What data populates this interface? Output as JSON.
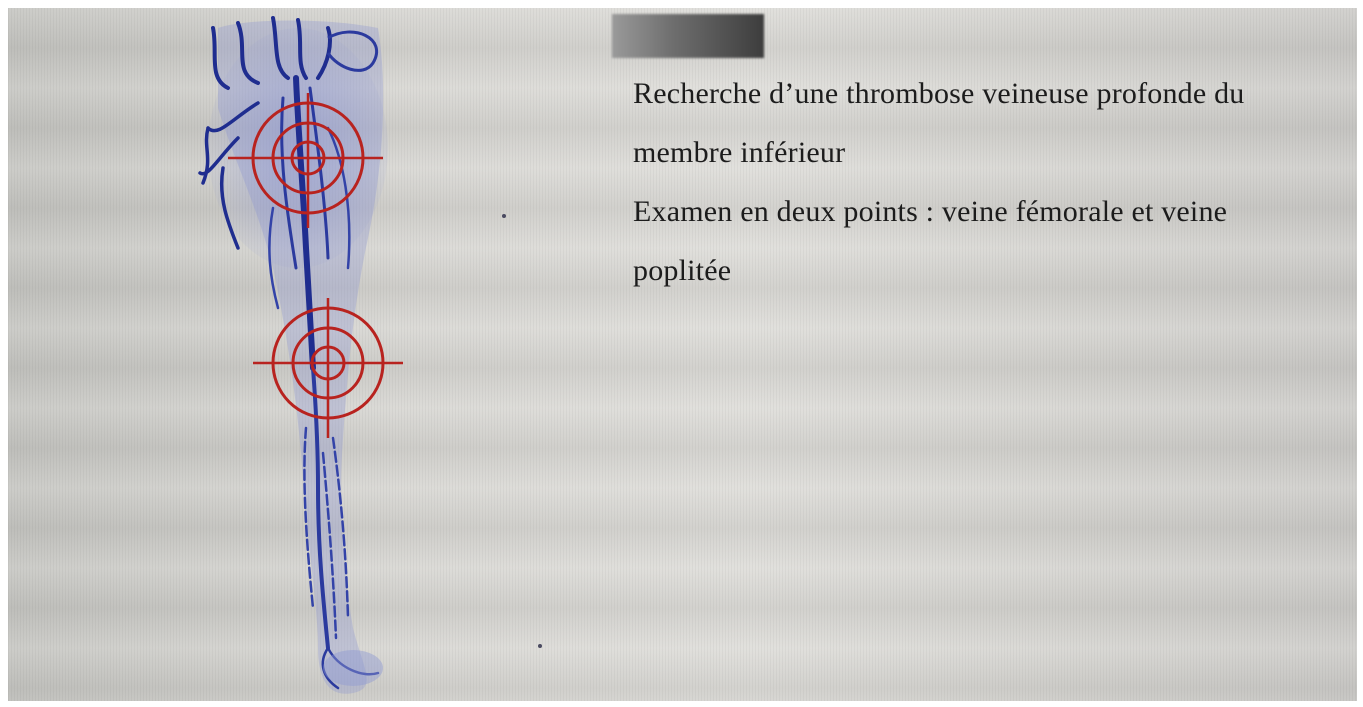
{
  "slide": {
    "title_line_1": "Recherche d’une thrombose veineuse profonde du",
    "title_line_2": "membre inférieur",
    "body_line_1": "Examen en deux points : veine fémorale et veine",
    "body_line_2": "poplitée"
  },
  "figure": {
    "subject": "leg-venous-system-icon",
    "target_markers": [
      "crosshair-target-icon",
      "crosshair-target-icon"
    ]
  },
  "colors": {
    "vein_blue": "#2b3a9e",
    "vein_wash": "#7d88c9",
    "target_red": "#b8231f",
    "text": "#1c1c1c",
    "redaction": "#505050"
  }
}
